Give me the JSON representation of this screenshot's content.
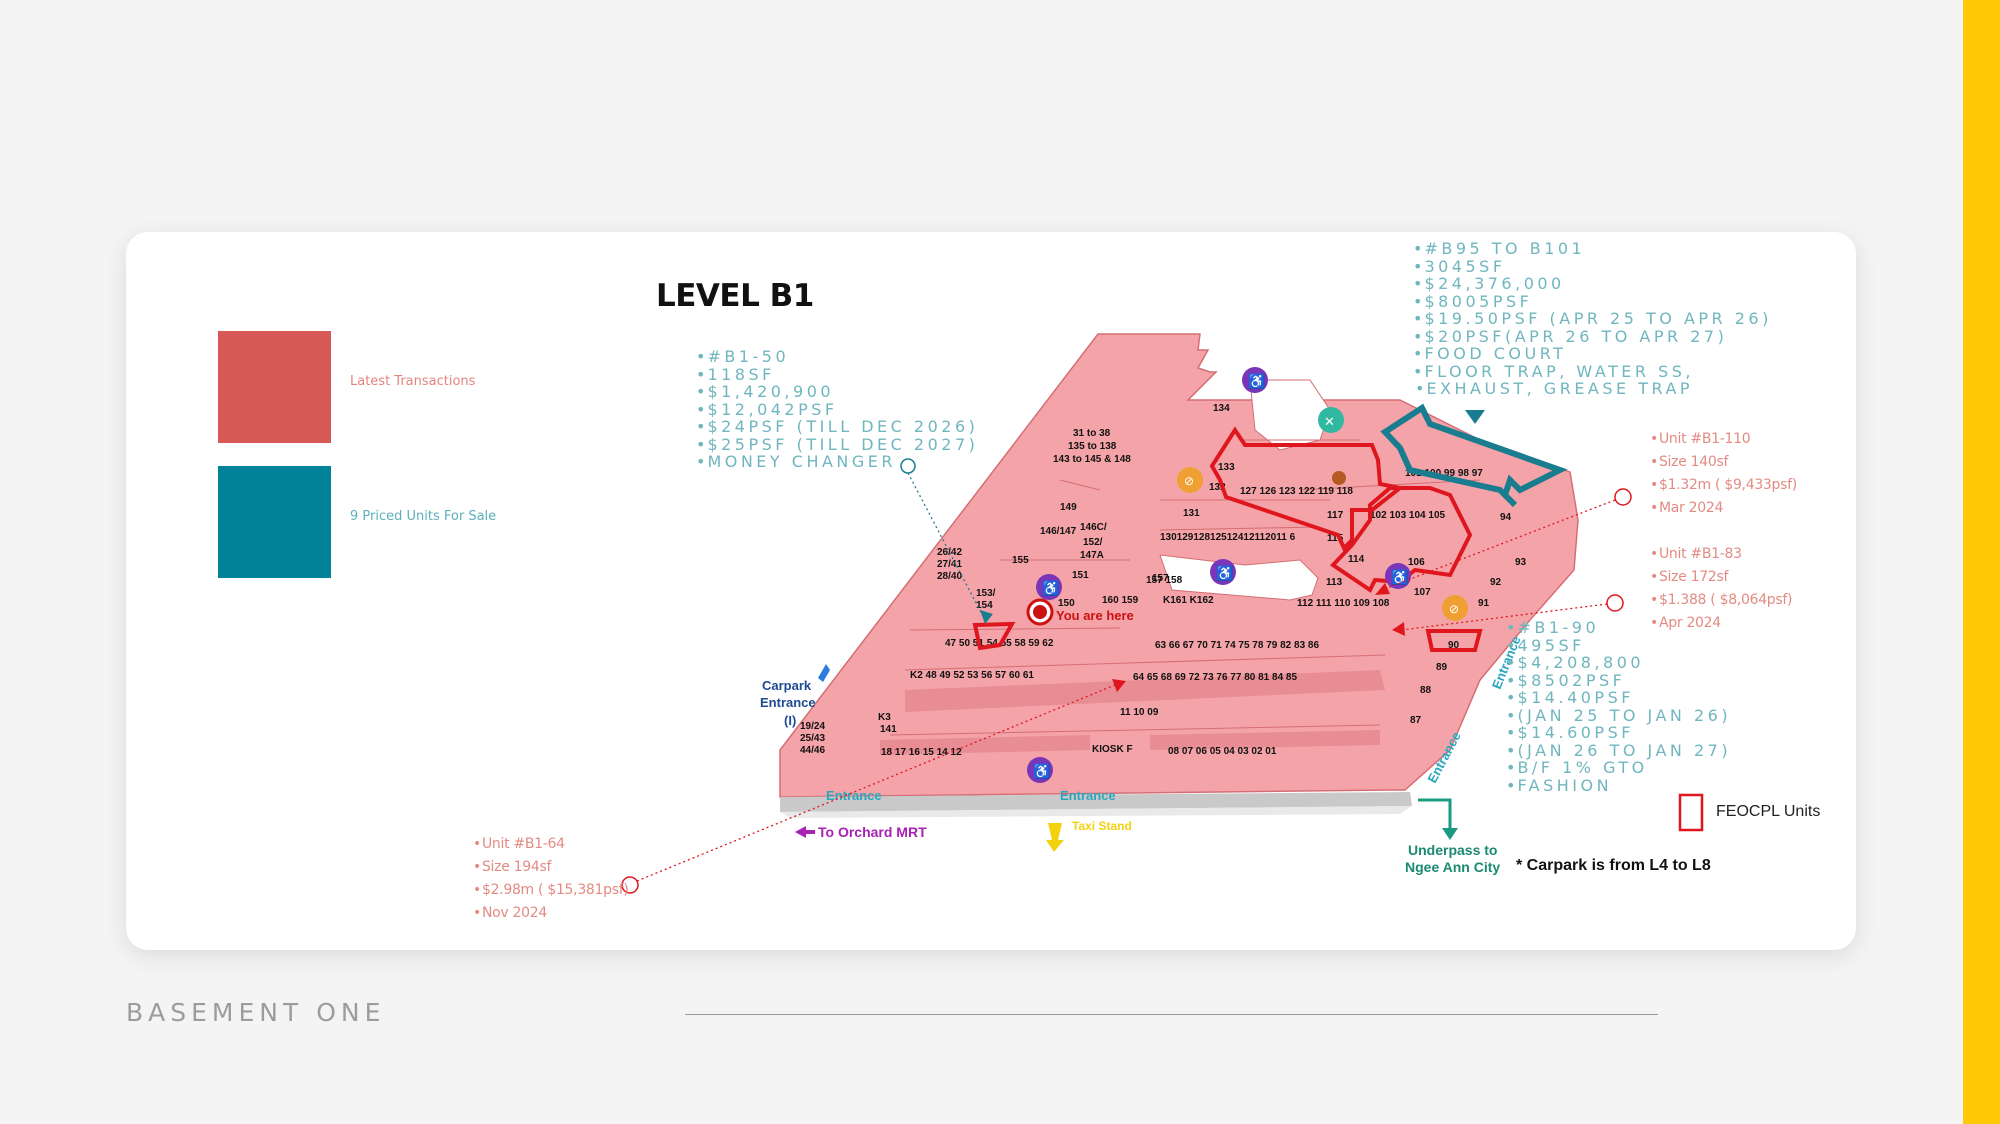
{
  "colors": {
    "background": "#f4f4f4",
    "card": "#ffffff",
    "accent_yellow": "#ffc907",
    "latest_transactions": "#d65857",
    "priced_units": "#00829a",
    "map_pink": "#f4a4a8",
    "red_outline": "#e0161e",
    "teal_outline": "#1a7d8f",
    "teal_text": "#6fb6be",
    "salmon_text": "#e38b83"
  },
  "legend": {
    "items": [
      {
        "label": "Latest Transactions",
        "color": "#d65857"
      },
      {
        "label": "9 Priced Units For Sale",
        "color": "#00829a"
      }
    ]
  },
  "map": {
    "title": "LEVEL B1",
    "you_are_here": "You are here",
    "top_block_units": "31 to 38\n135 to 138\n143 to 145 & 148",
    "carpark_entrance": "Carpark\nEntrance\n(I)",
    "entrance_labels": [
      "Entrance",
      "Entrance",
      "Entrance",
      "Entrance"
    ],
    "to_orchard_mrt": "To Orchard MRT",
    "taxi_stand": "Taxi Stand",
    "underpass": "Underpass to\nNgee Ann City",
    "carpark_note": "* Carpark is from L4 to L8",
    "feocpl_label": "FEOCPL Units",
    "kiosk_label": "KIOSK F",
    "icons": [
      "toilet-icon",
      "toilet-icon",
      "toilet-icon",
      "toilet-icon",
      "food-icon",
      "no-smoking-icon",
      "no-smoking-icon",
      "no-smoking-icon"
    ]
  },
  "teal_callouts": [
    {
      "id": "b1-50",
      "lines": [
        "#B1-50",
        "118SF",
        "$1,420,900",
        "$12,042PSF",
        "$24PSF (TILL DEC 2026)",
        "$25PSF (TILL DEC 2027)",
        "MONEY CHANGER"
      ]
    },
    {
      "id": "b95-b101",
      "lines": [
        "#B95 TO B101",
        "3045SF",
        "$24,376,000",
        "$8005PSF",
        "$19.50PSF (APR 25 TO APR 26)",
        "$20PSF(APR 26 TO APR 27)",
        "FOOD COURT",
        "FLOOR TRAP, WATER SS,",
        "EXHAUST, GREASE TRAP"
      ]
    },
    {
      "id": "b1-90",
      "lines": [
        "#B1-90",
        "495SF",
        "$4,208,800",
        "$8502PSF",
        "$14.40PSF",
        "(JAN 25 TO JAN 26)",
        "$14.60PSF",
        "(JAN 26 TO JAN 27)",
        "B/F 1% GTO",
        "FASHION"
      ]
    }
  ],
  "transactions": [
    {
      "id": "b1-110",
      "lines": [
        "Unit #B1-110",
        "Size 140sf",
        "$1.32m ( $9,433psf)",
        "Mar 2024"
      ]
    },
    {
      "id": "b1-83",
      "lines": [
        "Unit #B1-83",
        "Size 172sf",
        "$1.388 ( $8,064psf)",
        "Apr 2024"
      ]
    },
    {
      "id": "b1-64",
      "lines": [
        "Unit #B1-64",
        "Size 194sf",
        "$2.98m ( $15,381psf)",
        "Nov 2024"
      ]
    }
  ],
  "footer": {
    "section_label": "BASEMENT ONE"
  }
}
